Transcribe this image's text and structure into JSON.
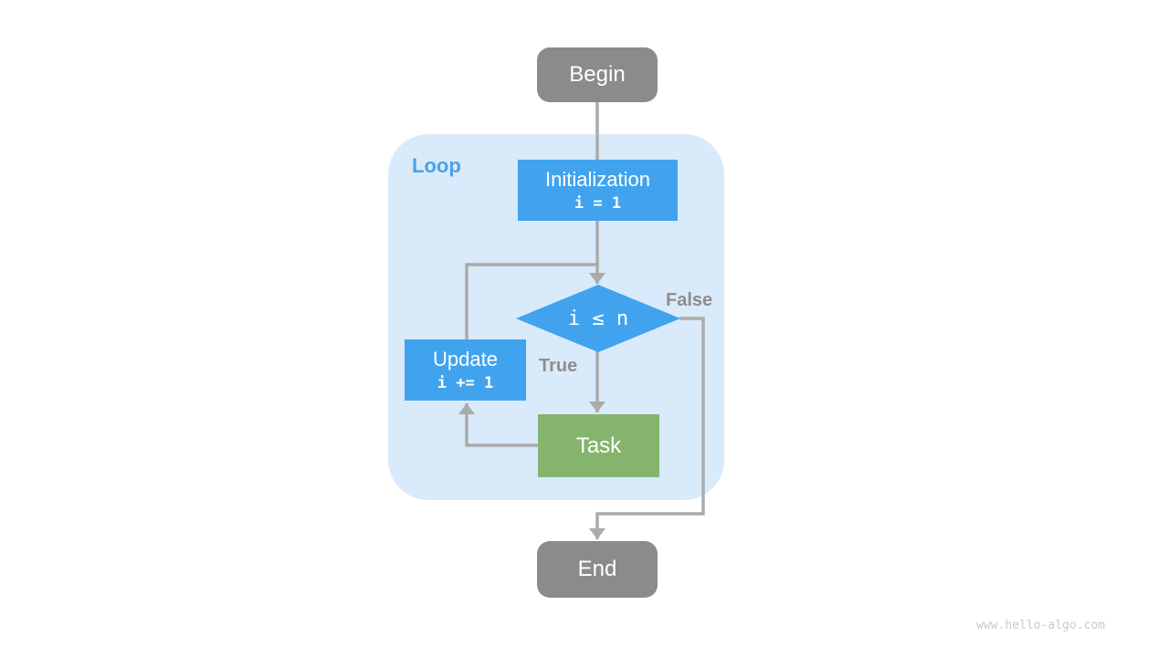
{
  "page": {
    "watermark": "www.hello-algo.com"
  },
  "colors": {
    "terminal_gray": "#8b8b8b",
    "process_blue": "#41a3ee",
    "task_green": "#85b56d",
    "loop_container_blue": "#d9eafa",
    "loop_label_blue": "#4ba1e8",
    "connector_gray": "#ababab",
    "branch_label_gray": "#8e8e8e",
    "watermark_gray": "#c9c9c9",
    "node_text": "#ffffff"
  },
  "flowchart": {
    "container_label": "Loop",
    "nodes": {
      "begin": {
        "label": "Begin"
      },
      "initialization": {
        "label": "Initialization",
        "code": "i = 1"
      },
      "condition": {
        "label": "i ≤ n"
      },
      "update": {
        "label": "Update",
        "code": "i += 1"
      },
      "task": {
        "label": "Task"
      },
      "end": {
        "label": "End"
      }
    },
    "branch_labels": {
      "true": "True",
      "false": "False"
    }
  }
}
